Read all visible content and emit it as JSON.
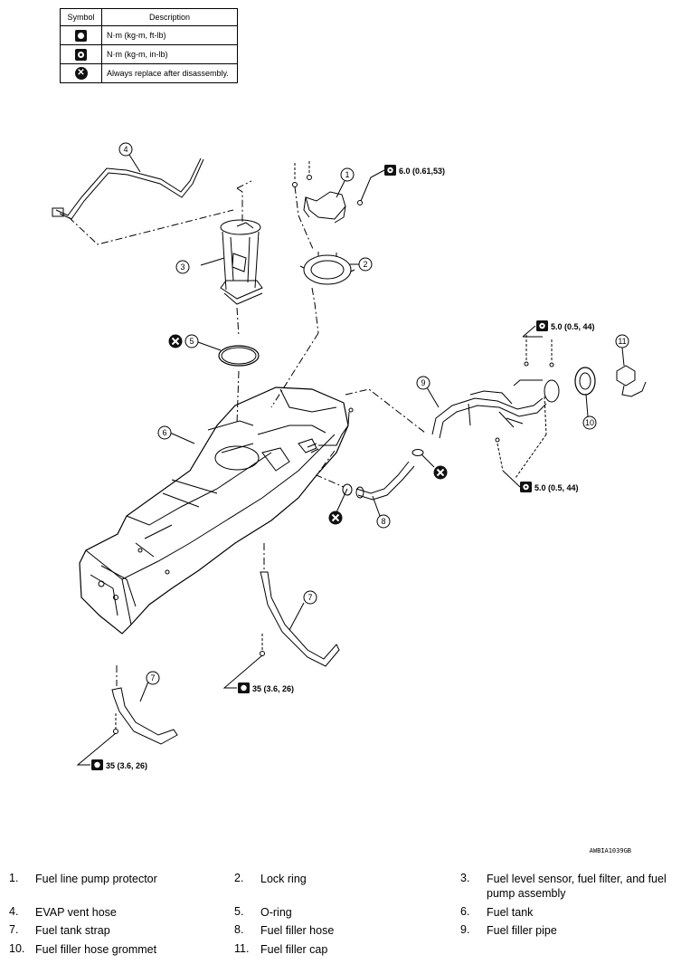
{
  "symbol_table": {
    "header_symbol": "Symbol",
    "header_description": "Description",
    "rows": [
      {
        "icon": "torque-nm-ftlb-icon",
        "text": "N·m (kg-m, ft-lb)"
      },
      {
        "icon": "torque-nm-inlb-icon",
        "text": "N·m (kg-m, in-lb)"
      },
      {
        "icon": "always-replace-icon",
        "text": "Always replace after disassembly."
      }
    ]
  },
  "diagram": {
    "torque_labels": [
      "6.0 (0.61,53)",
      "5.0 (0.5, 44)",
      "5.0 (0.5, 44)",
      "35 (3.6, 26)",
      "35 (3.6, 26)"
    ],
    "callouts": [
      "1",
      "2",
      "3",
      "4",
      "5",
      "6",
      "7",
      "7",
      "8",
      "9",
      "10",
      "11"
    ],
    "figure_code": "AWBIA1039GB"
  },
  "legend": [
    {
      "num": "1.",
      "name": "Fuel line pump protector"
    },
    {
      "num": "2.",
      "name": "Lock ring"
    },
    {
      "num": "3.",
      "name": "Fuel level sensor, fuel filter, and fuel pump assembly"
    },
    {
      "num": "4.",
      "name": "EVAP vent hose"
    },
    {
      "num": "5.",
      "name": "O-ring"
    },
    {
      "num": "6.",
      "name": "Fuel tank"
    },
    {
      "num": "7.",
      "name": "Fuel tank strap"
    },
    {
      "num": "8.",
      "name": "Fuel filler hose"
    },
    {
      "num": "9.",
      "name": "Fuel filler pipe"
    },
    {
      "num": "10.",
      "name": "Fuel filler hose grommet"
    },
    {
      "num": "11.",
      "name": "Fuel filler cap"
    }
  ]
}
